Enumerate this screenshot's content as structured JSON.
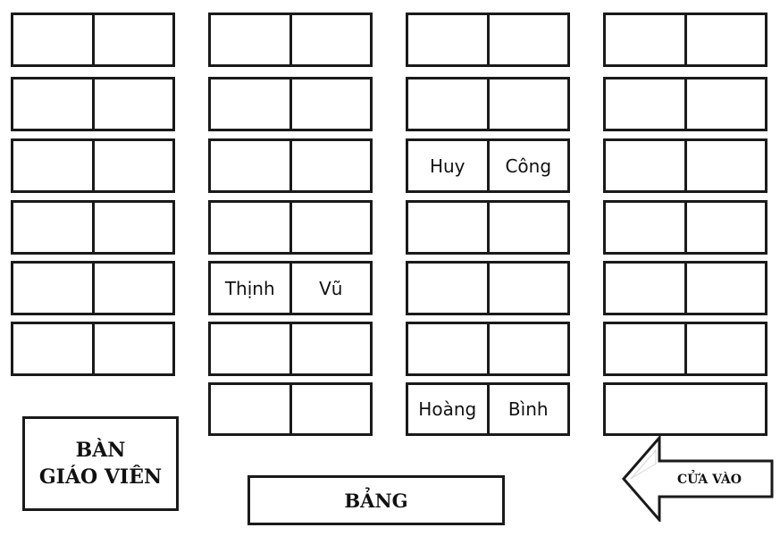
{
  "teacher_desk": {
    "line1": "BÀN",
    "line2": "GIÁO VIÊN"
  },
  "board": {
    "label": "BẢNG"
  },
  "door": {
    "label": "CỬA VÀO"
  },
  "columns": [
    {
      "rows": [
        {
          "left": "",
          "right": ""
        },
        {
          "left": "",
          "right": ""
        },
        {
          "left": "",
          "right": ""
        },
        {
          "left": "",
          "right": ""
        },
        {
          "left": "",
          "right": ""
        },
        {
          "left": "",
          "right": ""
        }
      ]
    },
    {
      "rows": [
        {
          "left": "",
          "right": ""
        },
        {
          "left": "",
          "right": ""
        },
        {
          "left": "",
          "right": ""
        },
        {
          "left": "",
          "right": ""
        },
        {
          "left": "Thịnh",
          "right": "Vũ"
        },
        {
          "left": "",
          "right": ""
        },
        {
          "left": "",
          "right": ""
        }
      ]
    },
    {
      "rows": [
        {
          "left": "",
          "right": ""
        },
        {
          "left": "",
          "right": ""
        },
        {
          "left": "Huy",
          "right": "Công"
        },
        {
          "left": "",
          "right": ""
        },
        {
          "left": "",
          "right": ""
        },
        {
          "left": "",
          "right": ""
        },
        {
          "left": "Hoàng",
          "right": "Bình"
        }
      ]
    },
    {
      "rows": [
        {
          "left": "",
          "right": ""
        },
        {
          "left": "",
          "right": ""
        },
        {
          "left": "",
          "right": ""
        },
        {
          "left": "",
          "right": ""
        },
        {
          "left": "",
          "right": ""
        },
        {
          "left": "",
          "right": ""
        },
        {
          "left": "",
          "right": "",
          "single": true
        }
      ]
    }
  ]
}
